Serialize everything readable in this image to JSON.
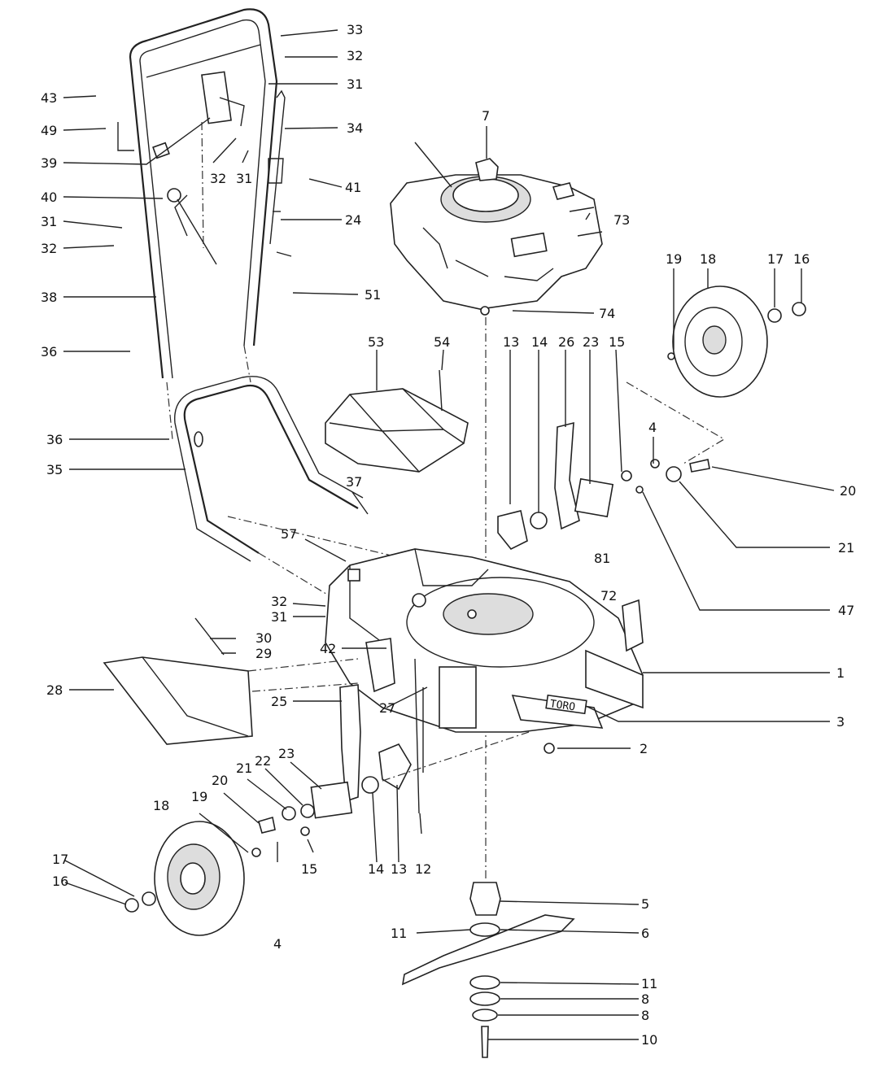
{
  "diagram": {
    "brand_label": "TORO",
    "callouts": [
      "33",
      "32",
      "31",
      "34",
      "43",
      "49",
      "39",
      "40",
      "31",
      "32",
      "38",
      "36",
      "32",
      "31",
      "41",
      "24",
      "51",
      "7",
      "73",
      "74",
      "53",
      "54",
      "13",
      "14",
      "26",
      "23",
      "15",
      "19",
      "18",
      "17",
      "16",
      "4",
      "20",
      "21",
      "47",
      "36",
      "35",
      "37",
      "57",
      "81",
      "72",
      "32",
      "31",
      "30",
      "29",
      "42",
      "1",
      "3",
      "28",
      "25",
      "27",
      "2",
      "23",
      "22",
      "21",
      "20",
      "19",
      "18",
      "17",
      "16",
      "15",
      "4",
      "14",
      "13",
      "12",
      "5",
      "11",
      "6",
      "11",
      "8",
      "8",
      "10"
    ]
  }
}
